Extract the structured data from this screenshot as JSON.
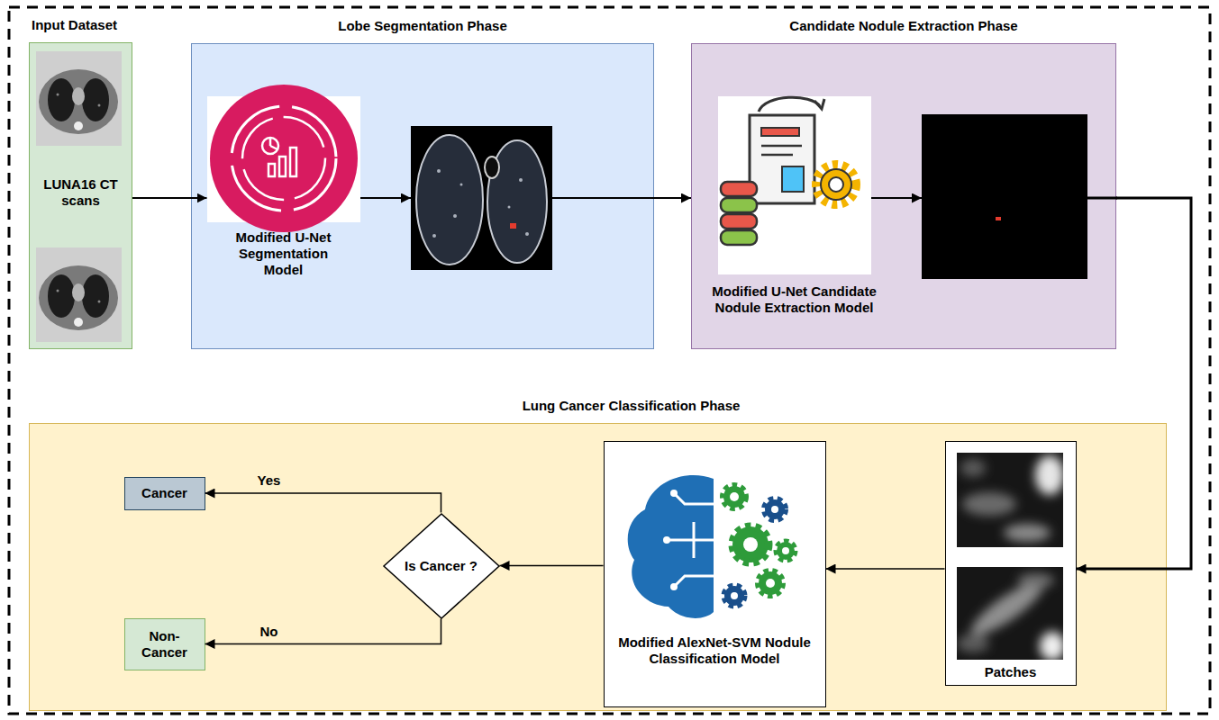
{
  "diagram": {
    "nodes": [
      {
        "text": [
          "Input Dataset",
          "LUNA16 CT scans"
        ]
      },
      {
        "text": [
          "Lobe Segmentation Phase"
        ]
      },
      {
        "text": [
          "Modified U-Net Segmentation Model"
        ],
        "in": 1
      },
      {
        "text": [
          "Candidate Nodule Extraction Phase"
        ]
      },
      {
        "text": [
          "Modified U-Net Candidate Nodule Extraction Model"
        ],
        "in": 3
      },
      {
        "text": [
          "Lung Cancer Classification Phase"
        ]
      },
      {
        "text": [
          "Patches"
        ],
        "in": 5
      },
      {
        "text": [
          "Modified AlexNet-SVM Nodule Classification Model"
        ],
        "in": 5
      },
      {
        "text": [
          "Is Cancer ?"
        ],
        "in": 5
      },
      {
        "text": [
          "Cancer"
        ],
        "in": 5
      },
      {
        "text": [
          "Non-Cancer"
        ],
        "in": 5
      }
    ],
    "edges": [
      {
        "from": 0,
        "to": 2,
        "arrow": "to"
      },
      {
        "from": 1,
        "to": 3,
        "arrow": "to"
      },
      {
        "from": 3,
        "to": 6,
        "arrow": "to"
      },
      {
        "from": 6,
        "to": 7,
        "arrow": "to"
      },
      {
        "from": 7,
        "to": 8,
        "arrow": "to"
      },
      {
        "from": 8,
        "to": 9,
        "label": "Yes",
        "arrow": "to"
      },
      {
        "from": 8,
        "to": 10,
        "label": "No",
        "arrow": "to"
      }
    ]
  }
}
